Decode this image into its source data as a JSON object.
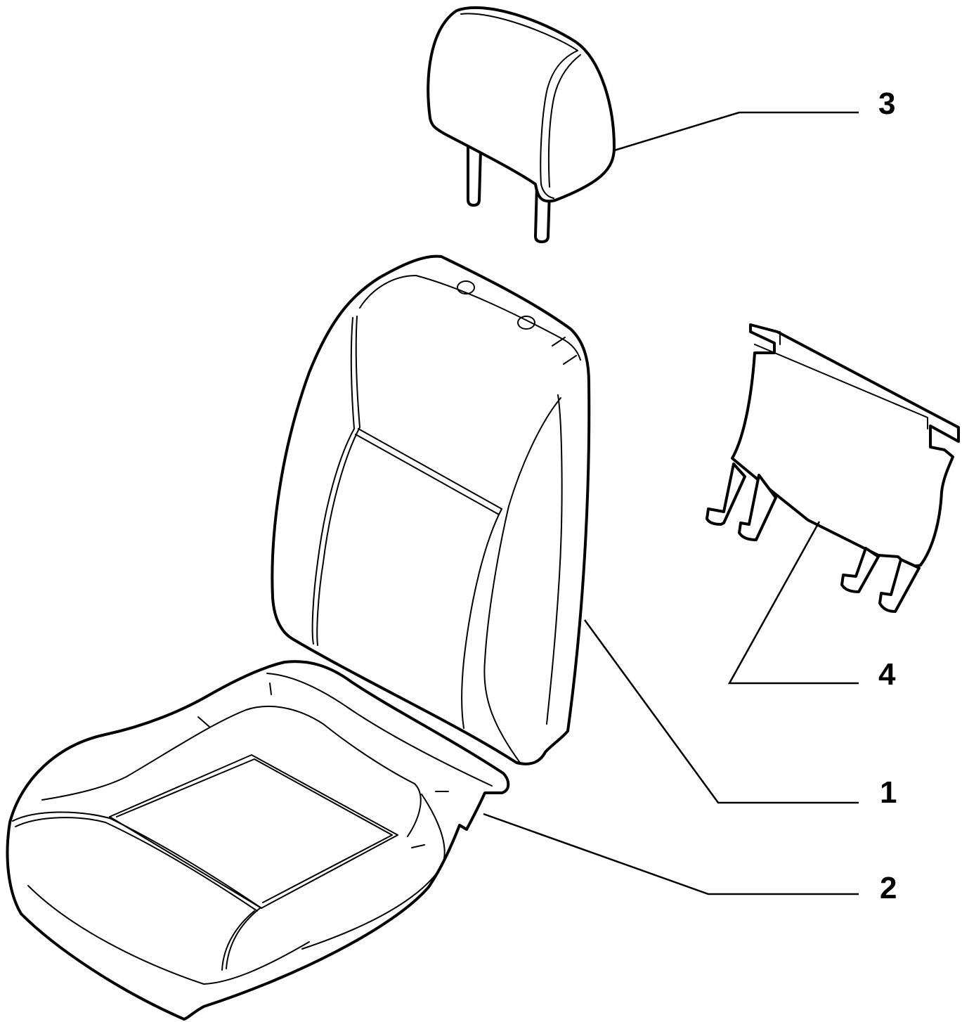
{
  "callouts": [
    {
      "id": "backrest",
      "label": "1"
    },
    {
      "id": "seat-cushion",
      "label": "2"
    },
    {
      "id": "headrest",
      "label": "3"
    },
    {
      "id": "backrest-panel",
      "label": "4"
    }
  ],
  "colors": {
    "line": "#000000",
    "background": "#ffffff"
  }
}
